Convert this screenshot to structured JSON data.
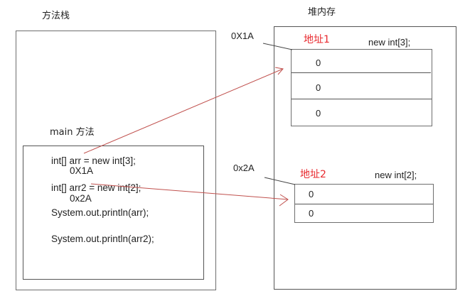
{
  "stack": {
    "title": "方法栈",
    "method_label": "main 方法",
    "code_lines": [
      "int[] arr = new int[3];",
      "0X1A",
      "int[] arr2 = new int[2];",
      "0x2A",
      "System.out.println(arr);",
      "System.out.println(arr2);"
    ]
  },
  "heap": {
    "title": "堆内存",
    "arrays": [
      {
        "address_ref": "0X1A",
        "address_label": "地址1",
        "declaration": "new int[3];",
        "values": [
          "0",
          "0",
          "0"
        ]
      },
      {
        "address_ref": "0x2A",
        "address_label": "地址2",
        "declaration": "new int[2];",
        "values": [
          "0",
          "0"
        ]
      }
    ]
  },
  "colors": {
    "arrow": "#c0504d",
    "address_label": "#e8292e",
    "border": "#6e6e6e"
  }
}
